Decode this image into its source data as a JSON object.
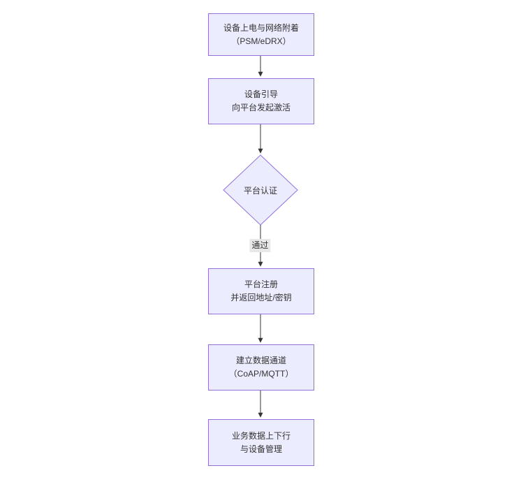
{
  "diagram": {
    "type": "flowchart",
    "direction": "top-down",
    "colors": {
      "background": "#ffffff",
      "node_fill": "#ECECFF",
      "node_border": "#9370DB",
      "node_text": "#333333",
      "edge_line": "#333333",
      "edge_label_bg": "#e8e8e8"
    },
    "nodes": [
      {
        "id": "attach",
        "shape": "rect",
        "lines": [
          "设备上电与网络附着",
          "（PSM/eDRX）"
        ]
      },
      {
        "id": "bootstrap",
        "shape": "rect",
        "lines": [
          "设备引导",
          "向平台发起激活"
        ]
      },
      {
        "id": "auth",
        "shape": "diamond",
        "lines": [
          "平台认证"
        ]
      },
      {
        "id": "register",
        "shape": "rect",
        "lines": [
          "平台注册",
          "并返回地址/密钥"
        ]
      },
      {
        "id": "channel",
        "shape": "rect",
        "lines": [
          "建立数据通道",
          "（CoAP/MQTT）"
        ]
      },
      {
        "id": "business",
        "shape": "rect",
        "lines": [
          "业务数据上下行",
          "与设备管理"
        ]
      }
    ],
    "edges": [
      {
        "from": "attach",
        "to": "bootstrap",
        "label": ""
      },
      {
        "from": "bootstrap",
        "to": "auth",
        "label": ""
      },
      {
        "from": "auth",
        "to": "register",
        "label": "通过"
      },
      {
        "from": "register",
        "to": "channel",
        "label": ""
      },
      {
        "from": "channel",
        "to": "business",
        "label": ""
      }
    ]
  }
}
